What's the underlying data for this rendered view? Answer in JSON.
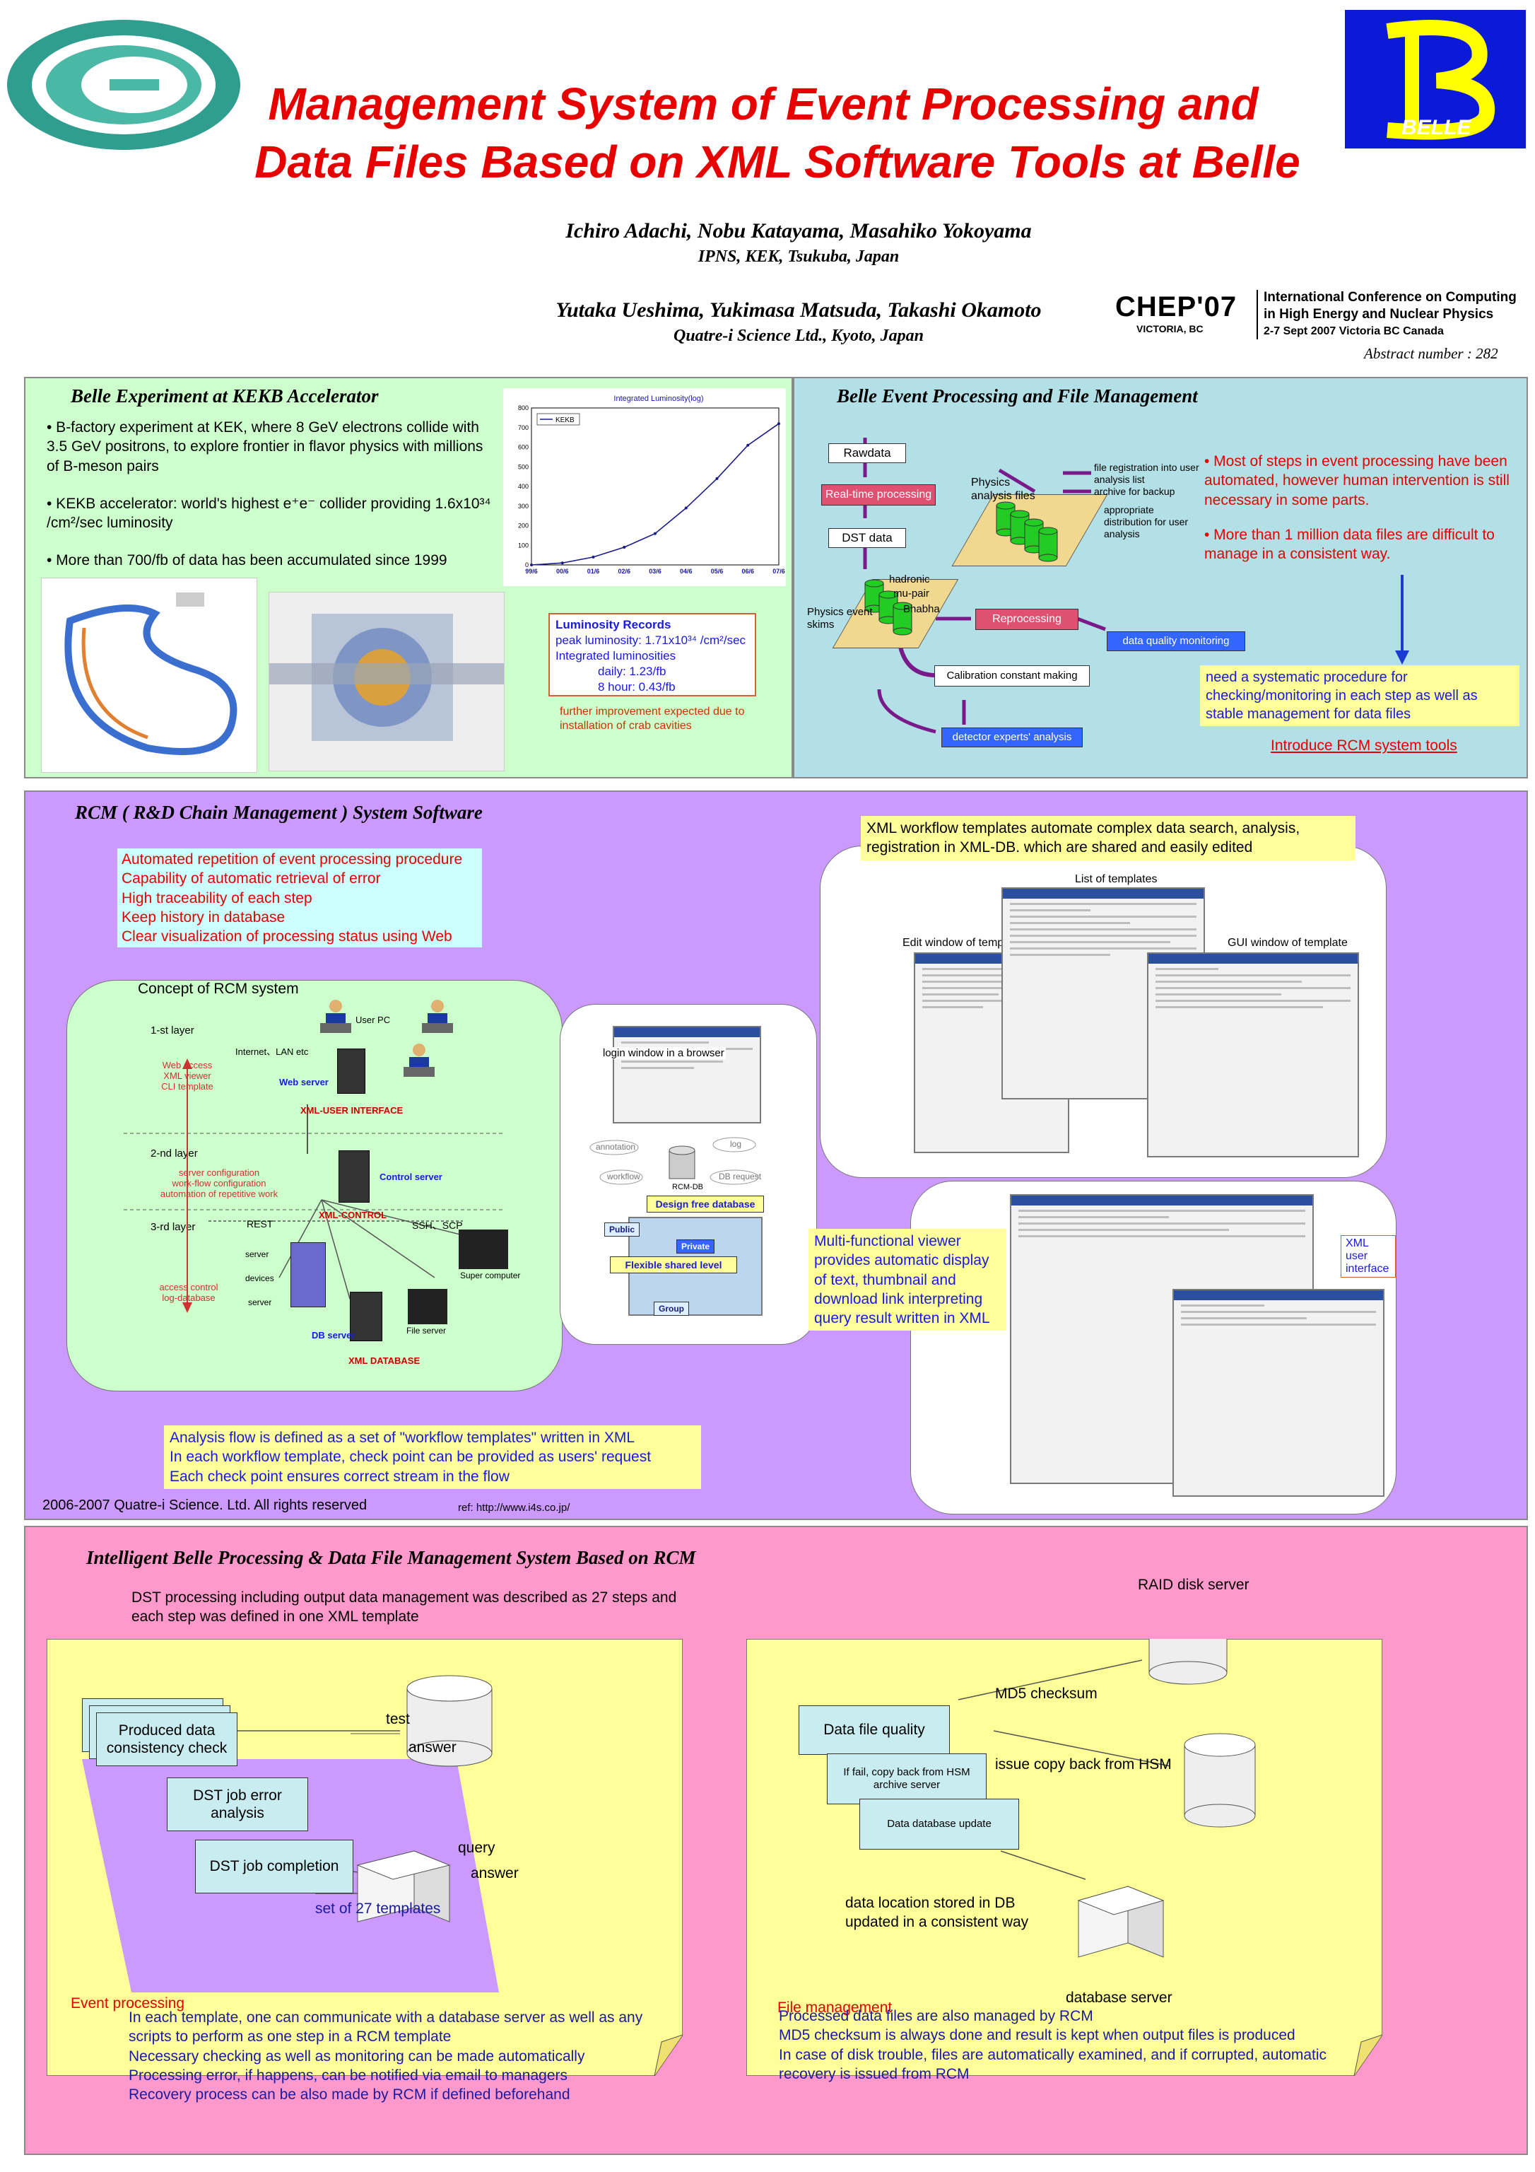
{
  "header": {
    "title_line1": "Management System of Event Processing and",
    "title_line2": "Data Files Based on XML Software Tools at Belle",
    "authors1": "Ichiro Adachi, Nobu Katayama, Masahiko Yokoyama",
    "affil1": "IPNS, KEK, Tsukuba, Japan",
    "authors2": "Yutaka Ueshima, Yukimasa Matsuda, Takashi Okamoto",
    "affil2": "Quatre-i Science Ltd., Kyoto, Japan",
    "belle_logo_text": "BELLE",
    "chep_logo": "CHEP'07",
    "chep_sub": "VICTORIA, BC",
    "conf_line1": "International Conference on Computing",
    "conf_line2": "in High Energy and Nuclear Physics",
    "conf_line3": "2-7 Sept 2007 Victoria BC Canada",
    "abstract": "Abstract number : 282"
  },
  "panel1": {
    "title": "Belle Experiment at KEKB Accelerator",
    "bullet1": "• B-factory experiment at KEK, where 8 GeV electrons collide with 3.5 GeV positrons, to explore frontier in flavor physics with millions of B-meson pairs",
    "bullet2": "• KEKB accelerator: world's highest e⁺e⁻ collider providing 1.6x10³⁴ /cm²/sec luminosity",
    "bullet3": "• More than 700/fb of data has been accumulated since 1999",
    "records_title": "Luminosity Records",
    "records_peak": "peak luminosity: 1.71x10³⁴ /cm²/sec",
    "records_int": "Integrated luminosities",
    "records_daily": "daily:     1.23/fb",
    "records_8h": "8 hour:  0.43/fb",
    "note": "further improvement expected due to installation of crab cavities"
  },
  "chart_data": {
    "type": "line",
    "title": "Integrated Luminosity(log)",
    "legend": "KEKB",
    "x": [
      "99/6",
      "00/6",
      "01/6",
      "02/6",
      "03/6",
      "04/6",
      "05/6",
      "06/6",
      "07/6"
    ],
    "series": [
      {
        "name": "KEKB",
        "values": [
          0,
          10,
          40,
          90,
          160,
          290,
          440,
          610,
          720
        ]
      }
    ],
    "yticks": [
      "0",
      "100",
      "200",
      "300",
      "400",
      "500",
      "600",
      "700",
      "800"
    ],
    "ylim": [
      0,
      800
    ]
  },
  "panel2": {
    "title": "Belle Event Processing and File Management",
    "rawdata": "Rawdata",
    "realtime": "Real-time processing",
    "dst": "DST data",
    "physics_files": "Physics analysis files",
    "file_reg": "file registration into user analysis list",
    "archive": "archive for backup",
    "distrib": "appropriate distribution for user analysis",
    "hadronic": "hadronic",
    "mupair": "mu-pair",
    "bhabha": "Bhabha",
    "skims": "Physics event skims",
    "reprocessing": "Reprocessing",
    "dq": "data quality monitoring",
    "calib": "Calibration constant making",
    "detector": "detector experts' analysis",
    "point1": "• Most of steps in event processing have been automated, however human intervention is still necessary in some parts.",
    "point2": "• More than 1 million data files are difficult to manage in a consistent way.",
    "need": "need a systematic procedure for checking/monitoring in each step as well as stable management for data files",
    "intro": "Introduce RCM system tools"
  },
  "panel3": {
    "title": "RCM ( R&D Chain Management ) System Software",
    "features": [
      "Automated repetition of event processing procedure",
      "Capability of automatic retrieval of error",
      "High traceability of each step",
      "Keep history in database",
      "Clear visualization of processing status using Web"
    ],
    "concept": "Concept of RCM system",
    "layer1": "1-st layer",
    "layer2": "2-nd layer",
    "layer3": "3-rd layer",
    "userpc": "User PC",
    "internet": "Internet、LAN etc",
    "webserver": "Web server",
    "web_access": "Web access\nXML viewer\nCLI template",
    "xml_user": "XML-USER INTERFACE",
    "server_conf": "server configuration\nwork-flow configuration\nautomation of repetitive work",
    "control_server": "Control server",
    "xml_control": "XML-CONTROL",
    "rest": "REST",
    "ssh": "SSH、SCP",
    "access_ctrl": "access control\nlog-database",
    "server1": "server",
    "devices": "devices",
    "server2": "server",
    "supercomputer": "Super computer",
    "fileserver": "File server",
    "dbserver": "DB server",
    "xml_db": "XML DATABASE",
    "login": "login window in a browser",
    "annotation": "annotation",
    "log": "log",
    "workflow": "workflow",
    "dbrequest": "DB request",
    "rcmdb": "RCM-DB",
    "design_free": "Design free database",
    "public": "Public",
    "private": "Private",
    "flexible": "Flexible shared level",
    "group": "Group",
    "xml_workflow": "XML workflow templates automate complex data search, analysis, registration in XML-DB. which are shared and easily edited",
    "list_templates": "List of templates",
    "edit_window": "Edit window of template",
    "gui_window": "GUI window of template",
    "viewer": "Multi-functional viewer provides automatic display of text, thumbnail and download link interpreting query result written in XML",
    "xml_user_iface": "XML user interface",
    "analysis_flow": "Analysis flow is defined as a set of \"workflow templates\" written in XML\nIn each workflow template, check point can be provided as users' request\nEach check point ensures correct stream in the flow",
    "copyright": "2006-2007 Quatre-i Science. Ltd. All rights reserved",
    "ref": "ref: http://www.i4s.co.jp/"
  },
  "panel4": {
    "title": "Intelligent Belle Processing & Data File Management System Based on RCM",
    "intro": "DST processing including output data management was described as 27 steps and each step was defined in one XML template",
    "raid": "RAID disk server",
    "t_consistency": "Produced data consistency check",
    "t_error": "DST job error analysis",
    "t_completion": "DST job completion",
    "test": "test",
    "answer1": "answer",
    "query": "query",
    "answer2": "answer",
    "set27": "set of 27 templates",
    "event_processing": "Event processing",
    "md5": "MD5 checksum",
    "dfq": "Data file quality",
    "issue_copy": "issue copy back from HSM",
    "iffail": "If fail, copy back from HSM archive server",
    "dbupdate": "Data database update",
    "location": "data location stored in DB updated in a consistent way",
    "dbserver": "database server",
    "file_management": "File management",
    "left_text": "In each template, one can communicate with a database server as well as any scripts to perform as one step in a RCM template\nNecessary checking as well as monitoring can be made automatically\nProcessing error, if happens, can be notified via email to managers\nRecovery process can be also made by RCM if defined beforehand",
    "right_text": "Processed data files are also managed by RCM\nMD5 checksum is always done and result is kept when output files is produced\nIn case of disk trouble, files are automatically examined, and if corrupted, automatic recovery is issued from RCM"
  }
}
